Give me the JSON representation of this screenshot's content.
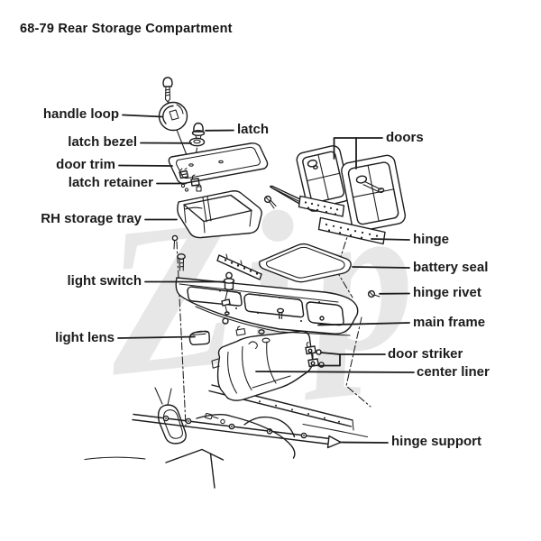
{
  "title": "68-79 Rear Storage Compartment",
  "watermark": {
    "text": "Zip"
  },
  "colors": {
    "ink": "#1c1c1c",
    "watermark": "#e7e7e7",
    "background": "#ffffff"
  },
  "diagram": {
    "description": "Exploded parts diagram of 1968-1979 Corvette rear storage compartment",
    "labels": {
      "handle_loop": "handle loop",
      "latch": "latch",
      "latch_bezel": "latch bezel",
      "door_trim": "door trim",
      "latch_retainer": "latch retainer",
      "rh_storage_tray": "RH storage tray",
      "doors": "doors",
      "hinge": "hinge",
      "battery_seal": "battery seal",
      "light_switch": "light switch",
      "hinge_rivet": "hinge rivet",
      "main_frame": "main frame",
      "light_lens": "light lens",
      "door_striker": "door striker",
      "center_liner": "center liner",
      "hinge_support": "hinge support"
    }
  }
}
